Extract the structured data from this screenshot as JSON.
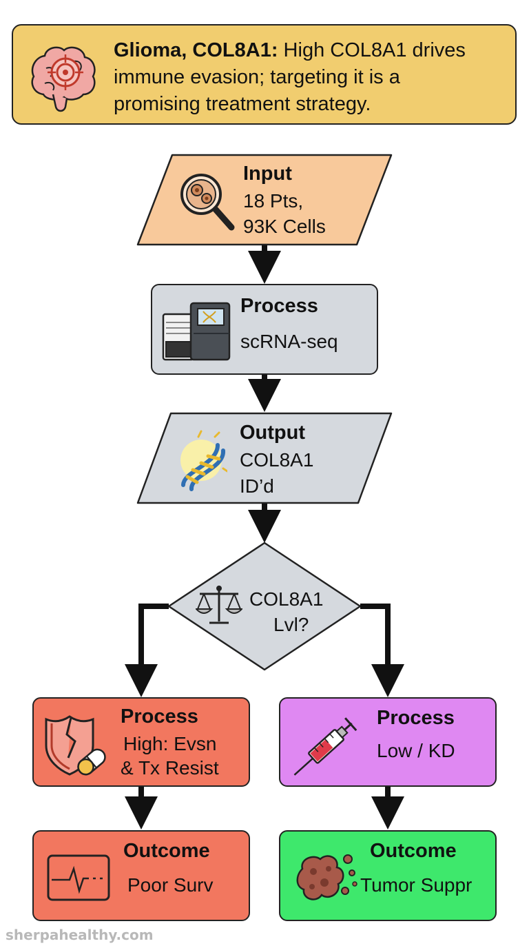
{
  "header": {
    "title_bold": "Glioma, COL8A1:",
    "title_rest": " High COL8A1 drives",
    "line2": "immune evasion; targeting it is a",
    "line3": "promising treatment strategy."
  },
  "input": {
    "title": "Input",
    "line1": "18 Pts,",
    "line2": "93K Cells"
  },
  "process1": {
    "title": "Process",
    "line1": "scRNA-seq"
  },
  "output": {
    "title": "Output",
    "line1": "COL8A1",
    "line2": "ID’d"
  },
  "decision": {
    "line1": "COL8A1",
    "line2": "Lvl?"
  },
  "process_high": {
    "title": "Process",
    "line1": "High: Evsn",
    "line2": "& Tx Resist"
  },
  "process_low": {
    "title": "Process",
    "line1": "Low / KD"
  },
  "outcome_poor": {
    "title": "Outcome",
    "line1": "Poor Surv"
  },
  "outcome_good": {
    "title": "Outcome",
    "line1": "Tumor Suppr"
  },
  "footer": {
    "watermark": "sherpahealthy.com"
  },
  "colors": {
    "header": "#f1cd6f",
    "input": "#f8c99b",
    "gray": "#d5d9de",
    "red": "#f2775f",
    "purple": "#df88f2",
    "green": "#3ee86c"
  },
  "icons": [
    "brain-target-icon",
    "magnifier-cells-icon",
    "sequencer-icon",
    "dna-icon",
    "balance-scale-icon",
    "broken-shield-pill-icon",
    "syringe-icon",
    "heartbeat-monitor-icon",
    "tumor-cells-icon"
  ]
}
